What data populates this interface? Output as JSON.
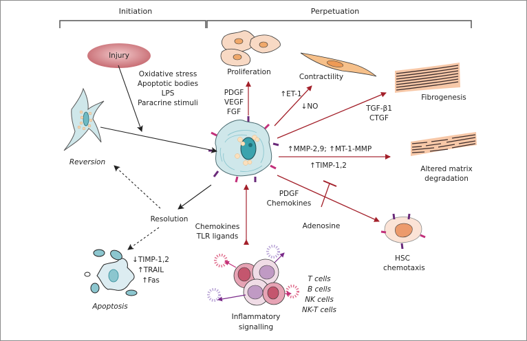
{
  "phases": {
    "initiation": "Initiation",
    "perpetuation": "Perpetuation"
  },
  "injury": "Injury",
  "initiation_stimuli": [
    "Oxidative stress",
    "Apoptotic bodies",
    "LPS",
    "Paracrine stimuli"
  ],
  "reversion": "Reversion",
  "resolution": "Resolution",
  "apoptosis": {
    "label": "Apoptosis",
    "markers": [
      "↓TIMP-1,2",
      "↑TRAIL",
      "↑Fas"
    ]
  },
  "proliferation": {
    "label": "Proliferation",
    "factors": [
      "PDGF",
      "VEGF",
      "FGF"
    ]
  },
  "contractility": {
    "label": "Contractility",
    "factor_up": "↑ET-1",
    "factor_down": "↓NO"
  },
  "fibrogenesis": {
    "label": "Fibrogenesis",
    "factors": [
      "TGF-β1",
      "CTGF"
    ]
  },
  "matrix_degradation": {
    "label": [
      "Altered matrix",
      "degradation"
    ],
    "factor_top": "↑MMP-2,9; ↑MT-1-MMP",
    "factor_bottom": "↑TIMP-1,2"
  },
  "chemotaxis": {
    "label": [
      "HSC",
      "chemotaxis"
    ],
    "factors": [
      "PDGF",
      "Chemokines"
    ],
    "inhibitor": "Adenosine"
  },
  "inflammation": {
    "label": [
      "Inflammatory",
      "signalling"
    ],
    "factors": [
      "Chemokines",
      "TLR ligands"
    ],
    "cells": [
      "T cells",
      "B cells",
      "NK cells",
      "NK-T cells"
    ]
  },
  "colors": {
    "arrow_red": "#a3202a",
    "arrow_pink": "#c97a82",
    "arrow_black": "#222222",
    "cell_blue": "#cfe7ea",
    "nucleus_teal": "#3aa3ae",
    "injury_fill": "#c66a70",
    "fibre_fill": "#f7c8a8",
    "bracket": "#555555"
  }
}
